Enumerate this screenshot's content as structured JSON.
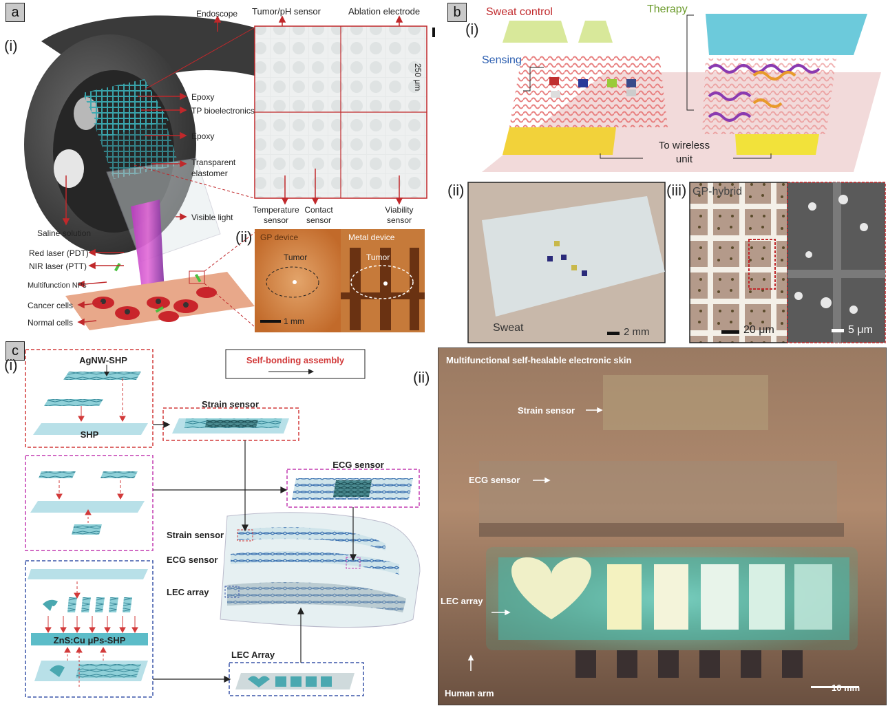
{
  "panels": {
    "a": {
      "label": "a",
      "sub_i": "(i)",
      "sub_ii": "(ii)",
      "labels": {
        "endoscope": "Endoscope",
        "tumor_ph_sensor": "Tumor/pH sensor",
        "ablation_electrode": "Ablation electrode",
        "scale_250um": "250 μm",
        "epoxy_1": "Epoxy",
        "tp_bioelectronics": "TP bioelectronics",
        "epoxy_2": "Epoxy",
        "transparent_elastomer": "Transparent\nelastomer",
        "visible_light": "Visible light",
        "saline_solution": "Saline solution",
        "red_laser": "Red laser (PDT)",
        "nir_laser": "NIR laser (PTT)",
        "multifunction_nps": "Multifunction NPs",
        "cancer_cells": "Cancer cells",
        "normal_cells": "Normal cells",
        "temperature_sensor": "Temperature\nsensor",
        "contact_sensor": "Contact\nsensor",
        "viability_sensor": "Viability\nsensor",
        "gp_device": "GP device",
        "metal_device": "Metal device",
        "tumor_1": "Tumor",
        "tumor_2": "Tumor",
        "scale_1mm": "1 mm"
      }
    },
    "b": {
      "label": "b",
      "sub_i": "(i)",
      "sub_ii": "(ii)",
      "sub_iii": "(iii)",
      "labels": {
        "sweat_control": "Sweat control",
        "therapy": "Therapy",
        "sensing": "Sensing",
        "to_wireless_unit": "To wireless\nunit",
        "sweat": "Sweat",
        "scale_2mm": "2 mm",
        "gp_hybrid": "GP-hybrid",
        "scale_20um": "20 μm",
        "scale_5um": "5 μm"
      }
    },
    "c": {
      "label": "c",
      "sub_i": "(i)",
      "sub_ii": "(ii)",
      "labels": {
        "agnw_shp": "AgNW-SHP",
        "shp": "SHP",
        "self_bonding_assembly": "Self-bonding assembly",
        "strain_sensor_top": "Strain sensor",
        "ecg_sensor_top": "ECG sensor",
        "strain_sensor_device": "Strain sensor",
        "ecg_sensor_device": "ECG sensor",
        "lec_array_device": "LEC array",
        "zns_shp": "ZnS:Cu μPs-SHP",
        "lec_array_box": "LEC Array",
        "photo_title": "Multifunctional self-healable electronic skin",
        "photo_strain": "Strain sensor",
        "photo_ecg": "ECG sensor",
        "photo_lec": "LEC array",
        "photo_arm": "Human arm",
        "scale_10mm": "10 mm"
      }
    }
  },
  "colors": {
    "red_label": "#c0282b",
    "blue_label": "#2a5db0",
    "green_label": "#6a9a2a",
    "teal": "#4fc0c8",
    "red_dash": "#d23a3a",
    "magenta_dash": "#c23ab0",
    "blue_dash": "#3a55a8"
  }
}
